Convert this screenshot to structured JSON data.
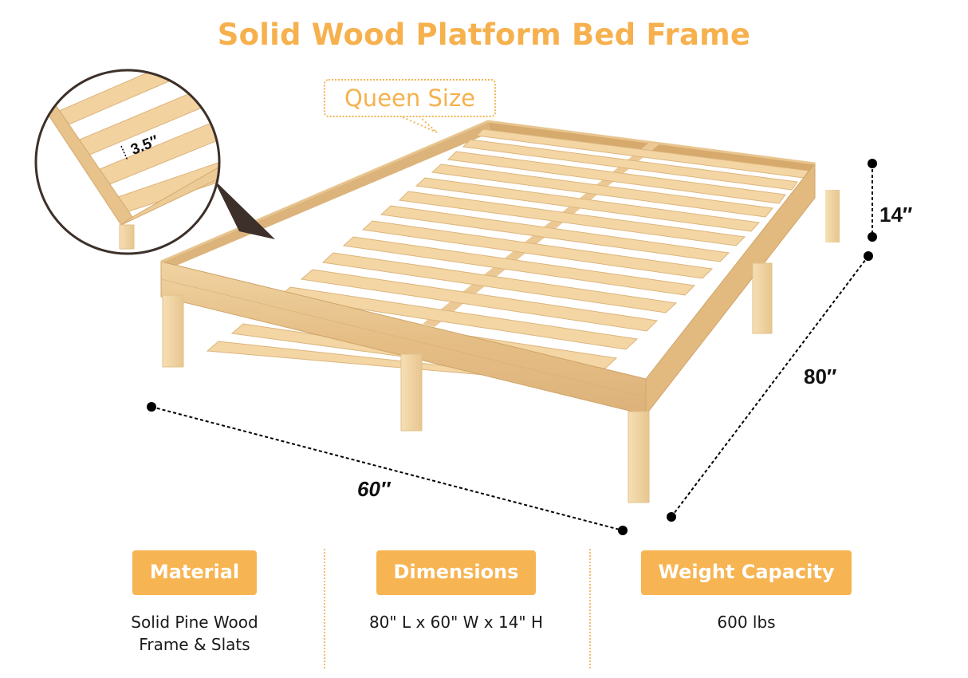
{
  "header": {
    "title": "Solid Wood Platform Bed Frame",
    "size_callout": "Queen Size"
  },
  "detail_inset": {
    "slat_gap_label": "3.5″"
  },
  "dimensions": {
    "height": "14″",
    "length": "80″",
    "width": "60″"
  },
  "specs": [
    {
      "label": "Material",
      "value_line1": "Solid Pine Wood",
      "value_line2": "Frame & Slats"
    },
    {
      "label": "Dimensions",
      "value_line1": "80\" L x 60\" W x 14\" H",
      "value_line2": ""
    },
    {
      "label": "Weight Capacity",
      "value_line1": "600 lbs",
      "value_line2": ""
    }
  ],
  "colors": {
    "accent": "#f7b452",
    "wood_light": "#f3d7a8",
    "wood_mid": "#e8c48e",
    "wood_dark": "#d9ad6e",
    "marker": "#000000",
    "callout_pointer": "#3d302a"
  }
}
